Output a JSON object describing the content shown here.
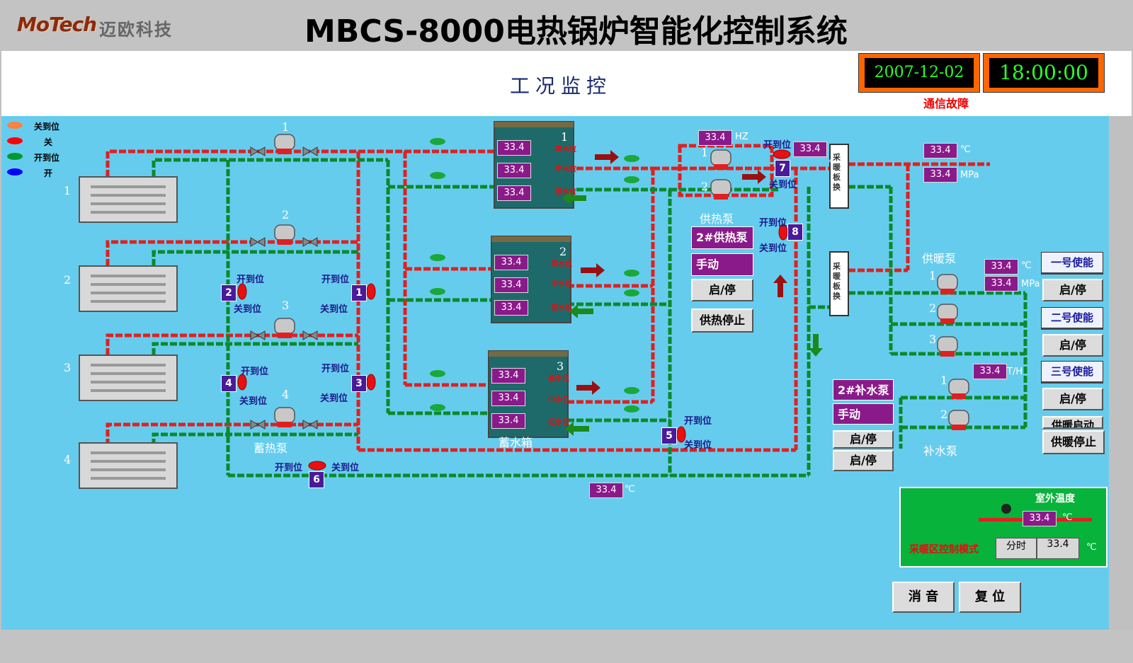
{
  "header": {
    "logo": "MoTech",
    "logo_cn": "迈欧科技",
    "title": "MBCS-8000电热锅炉智能化控制系统"
  },
  "subheader": {
    "title": "工况监控"
  },
  "status": {
    "date": "2007-12-02",
    "time": "18:00:00",
    "comm_fault": "通信故障"
  },
  "legend": [
    {
      "label": "关到位",
      "color": "#ff8040"
    },
    {
      "label": "关",
      "color": "#ff0000"
    },
    {
      "label": "开到位",
      "color": "#009933"
    },
    {
      "label": "开",
      "color": "#0000ff"
    }
  ],
  "boilers": [
    "1",
    "2",
    "3",
    "4"
  ],
  "heat_storage_pumps": {
    "label": "蓄热泵",
    "numbers": [
      "1",
      "2",
      "3",
      "4"
    ]
  },
  "valve_labels": {
    "open": "开到位",
    "closed": "关到位"
  },
  "valves": [
    "1",
    "2",
    "3",
    "4",
    "5",
    "6",
    "7",
    "8"
  ],
  "tank_section": {
    "label": "蓄水箱",
    "tanks": [
      {
        "num": "1",
        "values": [
          "33.4",
          "33.4",
          "33.4"
        ]
      },
      {
        "num": "2",
        "values": [
          "33.4",
          "33.4",
          "33.4"
        ]
      },
      {
        "num": "3",
        "values": [
          "33.4",
          "33.4",
          "33.4"
        ]
      }
    ],
    "level_labels": [
      "高水位",
      "中水位",
      "低水位"
    ]
  },
  "supply_pump": {
    "label": "供热泵",
    "hz_value": "33.4",
    "hz_unit": "HZ",
    "outlet_value": "33.4",
    "outlet_unit": "℃",
    "pump_numbers": [
      "1",
      "2"
    ],
    "name_button": "2#供热泵",
    "mode_button": "手动",
    "startstop": "启/停",
    "stop_all": "供热停止"
  },
  "exchangers": [
    "采暖板换",
    "采暖板换"
  ],
  "heating_pump": {
    "label": "供暖泵",
    "numbers": [
      "1",
      "2",
      "3"
    ],
    "temp1": "33.4",
    "temp1_unit": "℃",
    "pressure1": "33.4",
    "pressure1_unit": "MPa",
    "temp2": "33.4",
    "temp2_unit": "℃",
    "pressure2": "33.4",
    "pressure2_unit": "MPa",
    "flow": "33.4",
    "flow_unit": "T/H"
  },
  "right_controls": {
    "enable1": "一号使能",
    "ss1": "启/停",
    "enable2": "二号使能",
    "ss2": "启/停",
    "enable3": "三号使能",
    "ss3": "启/停",
    "heat_start": "供暖启动",
    "heat_stop": "供暖停止"
  },
  "makeup_pump": {
    "label": "补水泵",
    "numbers": [
      "1",
      "2"
    ],
    "name_button": "2#补水泵",
    "mode_button": "手动",
    "startstop1": "启/停",
    "startstop2": "启/停"
  },
  "return_temp": {
    "value": "33.4",
    "unit": "℃"
  },
  "outdoor": {
    "title": "室外温度",
    "temp": "33.4",
    "temp_unit": "℃",
    "mode_label": "采暖区控制模式",
    "mode_value": "分时",
    "setpoint": "33.4",
    "setpoint_unit": "℃"
  },
  "footer_buttons": {
    "mute": "消 音",
    "reset": "复 位"
  },
  "colors": {
    "plant_bg": "#66ccee",
    "hot_pipe": "#e02020",
    "cold_pipe": "#0a8a2a",
    "value_box": "#8a1a8a"
  }
}
